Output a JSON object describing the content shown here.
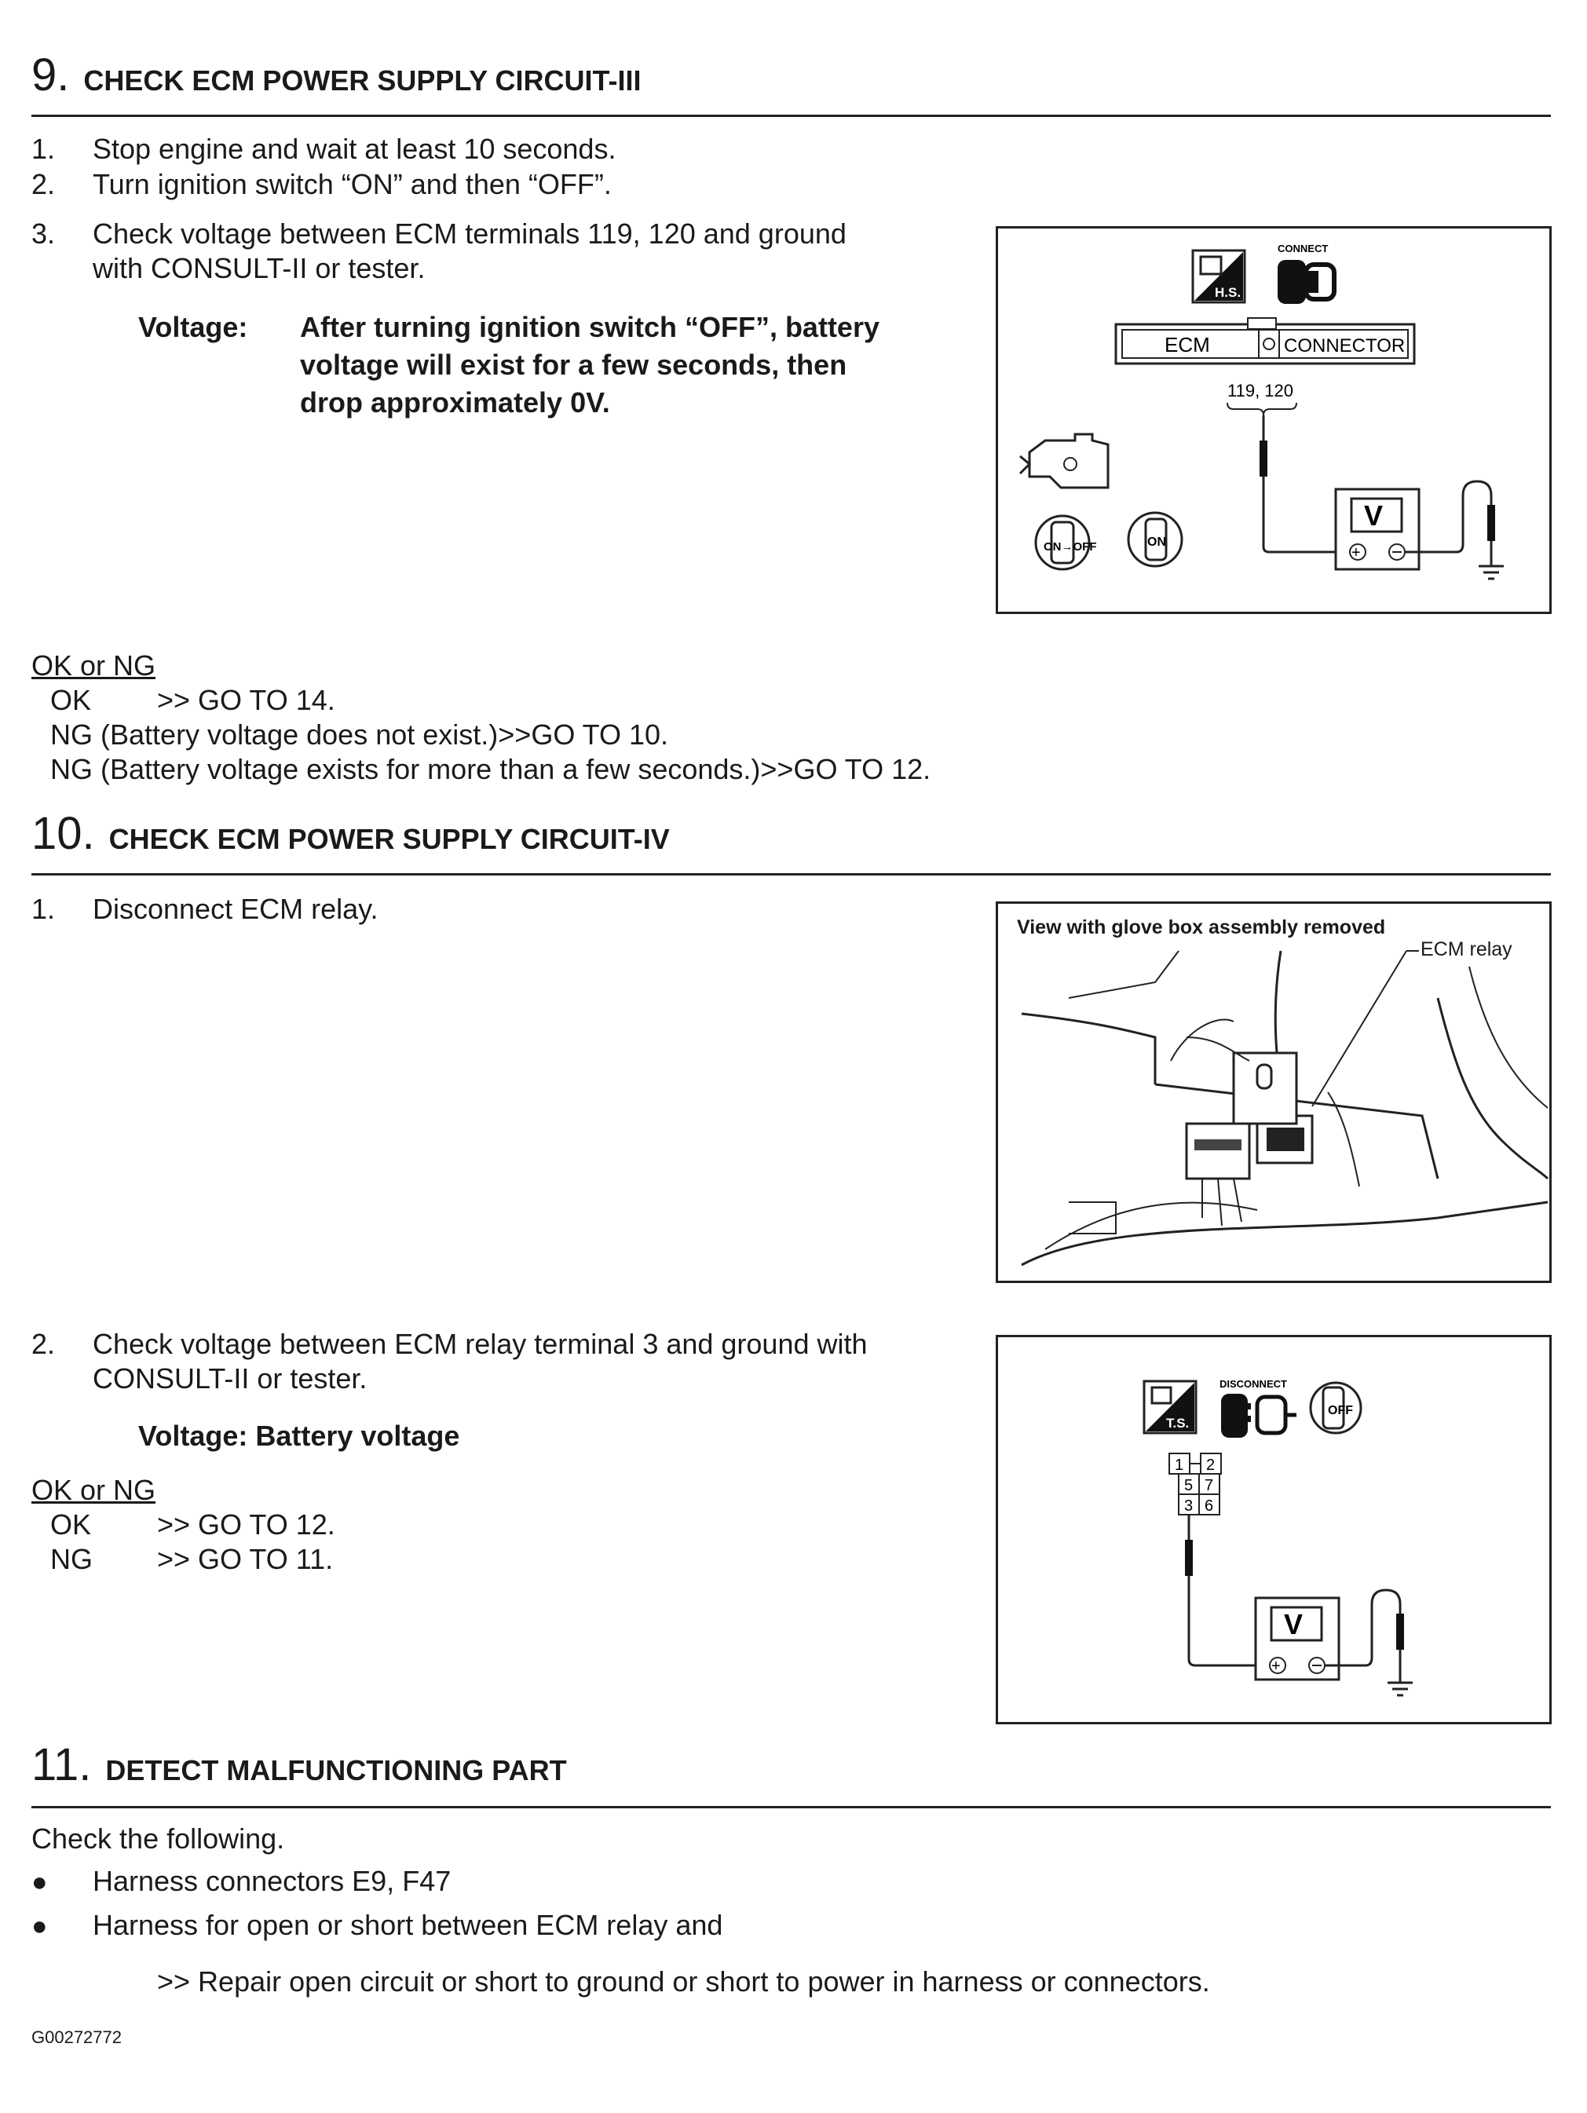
{
  "step9": {
    "number": "9.",
    "title": "CHECK ECM POWER SUPPLY CIRCUIT-III",
    "items": [
      {
        "n": "1.",
        "text": "Stop engine and wait at least 10 seconds."
      },
      {
        "n": "2.",
        "text": "Turn ignition switch “ON” and then “OFF”."
      },
      {
        "n": "3.",
        "text": "Check voltage between ECM terminals 119, 120 and ground"
      },
      {
        "n": "",
        "text": "with CONSULT-II or tester."
      }
    ],
    "voltage_label": "Voltage:",
    "voltage_lines": [
      "After turning ignition switch “OFF”, battery",
      "voltage will exist for a few seconds, then",
      "drop approximately 0V."
    ],
    "figure": {
      "connect_label": "CONNECT",
      "hs_label": "H.S.",
      "ecm_label": "ECM",
      "connector_label": "CONNECTOR",
      "terminals": "119, 120",
      "meter_label": "V",
      "key_on_off": "ON→OFF",
      "key_on": "ON"
    },
    "ok_ng_heading": "OK or NG",
    "results": [
      {
        "k": "OK",
        "v": ">> GO TO 14."
      },
      {
        "k": "NG",
        "v": "(Battery voltage does not exist.)>>GO TO 10."
      },
      {
        "k": "NG",
        "v": "(Battery voltage exists for more than a few seconds.)>>GO TO 12."
      }
    ]
  },
  "step10": {
    "number": "10.",
    "title": "CHECK ECM POWER SUPPLY CIRCUIT-IV",
    "item1": {
      "n": "1.",
      "text": "Disconnect ECM relay."
    },
    "photo": {
      "caption": "View with glove box assembly removed",
      "callout": "ECM relay"
    },
    "item2": {
      "n": "2.",
      "line1": "Check voltage between ECM relay terminal 3 and ground with",
      "line2": "CONSULT-II or tester."
    },
    "voltage_spec": "Voltage: Battery voltage",
    "figure": {
      "disconnect_label": "DISCONNECT",
      "ts_label": "T.S.",
      "key_label": "OFF",
      "pins": [
        "1",
        "2",
        "5",
        "7",
        "3",
        "6"
      ],
      "meter_label": "V"
    },
    "ok_ng_heading": "OK or NG",
    "results": [
      {
        "k": "OK",
        "v": ">> GO TO 12."
      },
      {
        "k": "NG",
        "v": ">> GO TO 11."
      }
    ]
  },
  "step11": {
    "number": "11.",
    "title": "DETECT MALFUNCTIONING PART",
    "intro": "Check the following.",
    "bullets": [
      "Harness connectors E9, F47",
      "Harness for open or short between ECM relay and"
    ],
    "action": ">> Repair open circuit or short to ground or short to power in harness or connectors."
  },
  "footer_code": "G00272772"
}
